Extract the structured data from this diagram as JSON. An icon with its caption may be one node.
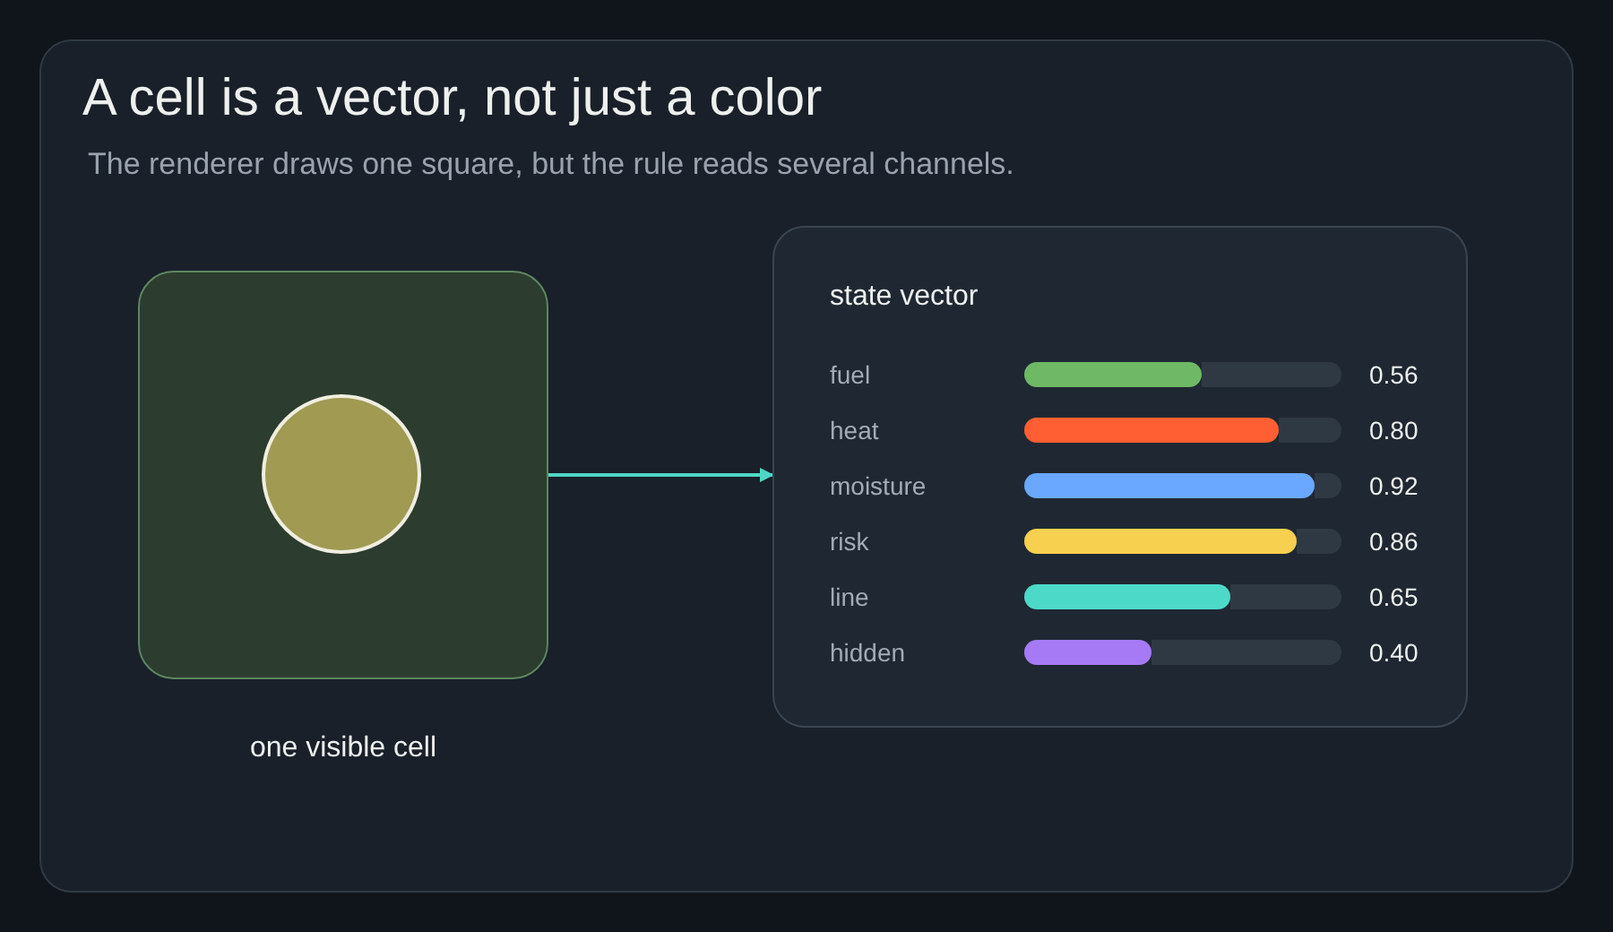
{
  "diagram": {
    "title": "A cell is a vector, not just a color",
    "caption": "The renderer draws one square, but the rule reads several channels.",
    "nodes": [
      {
        "text": [],
        "shape": "box",
        "beside": [
          "one visible cell"
        ]
      },
      {
        "text": [],
        "shape": "circle",
        "in": 0
      },
      {
        "text": [
          "state vector"
        ]
      }
    ],
    "edges": [
      {
        "from": 0,
        "to": 2,
        "arrow": "to"
      }
    ],
    "labels": [
      "fuel",
      "0.56",
      "heat",
      "0.80",
      "moisture",
      "0.92",
      "risk",
      "0.86",
      "line",
      "0.65",
      "hidden",
      "0.40"
    ]
  }
}
